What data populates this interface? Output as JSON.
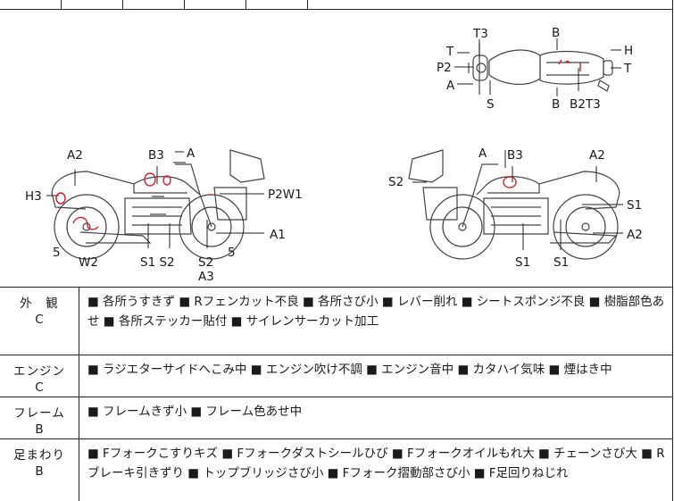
{
  "diagram_labels": {
    "top": {
      "t3": "T3",
      "t_left": "T",
      "p2": "P2",
      "a_left": "A",
      "s": "S",
      "b_top": "B",
      "h": "H",
      "t_right": "T",
      "b_bottom": "B",
      "b2t3": "B2T3"
    },
    "left": {
      "a2": "A2",
      "b3": "B3",
      "a_top": "A",
      "h3": "H3",
      "p2w1": "P2W1",
      "a1": "A1",
      "n5_left": "5",
      "w2": "W2",
      "s1s2": "S1 S2",
      "s2": "S2",
      "a3": "A3",
      "n5_right": "5"
    },
    "right": {
      "a_top": "A",
      "b3": "B3",
      "a2_top": "A2",
      "s2": "S2",
      "s1_right": "S1",
      "a2_right": "A2",
      "s1_a": "S1",
      "s1_b": "S1"
    }
  },
  "rows": [
    {
      "name": "外　観",
      "grade": "C",
      "text": "■ 各所うすきず ■ Rフェンカット不良 ■ 各所さび小 ■ レバー削れ ■ シートスポンジ不良 ■ 樹脂部色あせ ■ 各所ステッカー貼付 ■ サイレンサーカット加工"
    },
    {
      "name": "エンジン",
      "grade": "C",
      "text": "■ ラジエターサイドへこみ中 ■ エンジン吹け不調 ■ エンジン音中 ■ カタハイ気味 ■ 煙はき中"
    },
    {
      "name": "フレーム",
      "grade": "B",
      "text": "■ フレームきず小 ■ フレーム色あせ中"
    },
    {
      "name": "足まわり",
      "grade": "B",
      "text": "■ Fフォークこすりキズ ■ Fフォークダストシールひび ■ Fフォークオイルもれ大 ■ チェーンさび大 ■ Rブレーキ引きずり ■ トップブリッジさび小 ■ Fフォーク摺動部さび小 ■ F足回りねじれ"
    }
  ]
}
